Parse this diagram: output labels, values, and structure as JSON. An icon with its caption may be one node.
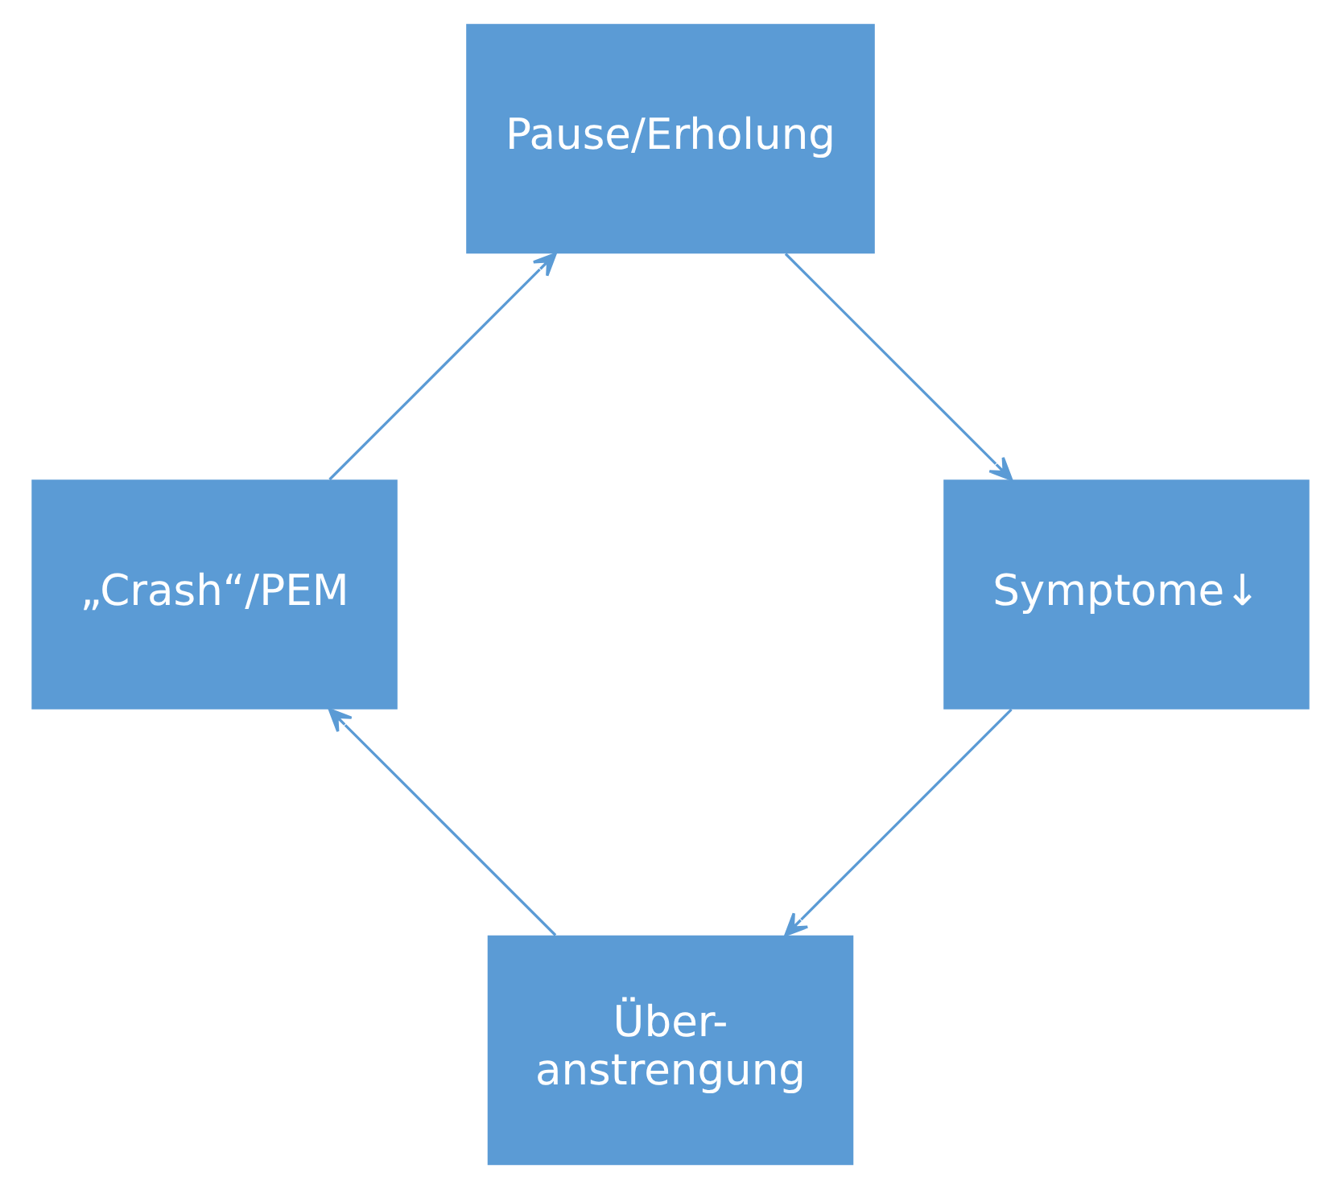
{
  "diagram": {
    "nodes": [
      {
        "text": [
          "Über- anstrengung"
        ]
      },
      {
        "text": [
          "„Crash“/PEM"
        ]
      },
      {
        "text": [
          "Pause/Erholung"
        ]
      },
      {
        "text": [
          "Symptome↓"
        ]
      }
    ],
    "edges": [
      {
        "from": 0,
        "to": 1,
        "arrow": "to"
      },
      {
        "from": 1,
        "to": 2,
        "arrow": "to"
      },
      {
        "from": 2,
        "to": 3,
        "arrow": "to"
      },
      {
        "from": 3,
        "to": 0,
        "arrow": "to"
      }
    ]
  }
}
